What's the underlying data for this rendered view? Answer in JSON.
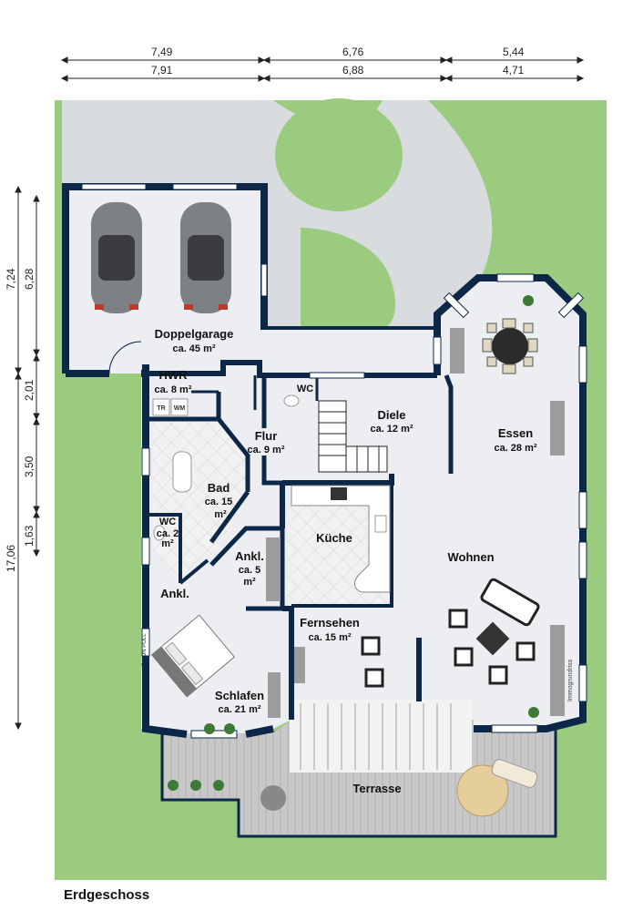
{
  "floor_label": "Erdgeschoss",
  "watermark": "Immogrundriss",
  "vp_stamp": "VP VON POLL",
  "dimensions": {
    "top_outer": [
      "7,49",
      "6,76",
      "5,44"
    ],
    "top_inner": [
      "7,91",
      "6,88",
      "4,71"
    ],
    "left_outer": [
      "7,24",
      "17,06"
    ],
    "left_inner": [
      "6,28",
      "2,01",
      "3,50",
      "1,63"
    ]
  },
  "rooms": {
    "garage": {
      "name": "Doppelgarage",
      "area": "ca. 45 m²"
    },
    "hwr": {
      "name": "HWR",
      "area": "ca. 8 m²",
      "tr": "TR",
      "wm": "WM"
    },
    "wc1": {
      "name": "WC"
    },
    "diele": {
      "name": "Diele",
      "area": "ca. 12 m²"
    },
    "essen": {
      "name": "Essen",
      "area": "ca. 28 m²"
    },
    "flur": {
      "name": "Flur",
      "area": "ca. 9 m²"
    },
    "bad": {
      "name": "Bad",
      "area1": "ca. 15",
      "area2": "m²"
    },
    "wc2": {
      "name": "WC",
      "area1": "ca. 2",
      "area2": "m²"
    },
    "ankl1": {
      "name": "Ankl.",
      "area1": "ca. 5",
      "area2": "m²"
    },
    "ankl2": {
      "name": "Ankl."
    },
    "kueche": {
      "name": "Küche"
    },
    "wohnen": {
      "name": "Wohnen"
    },
    "fernsehen": {
      "name": "Fernsehen",
      "area": "ca. 15 m²"
    },
    "schlafen": {
      "name": "Schlafen",
      "area": "ca. 21 m²"
    },
    "terrasse": {
      "name": "Terrasse"
    }
  },
  "colors": {
    "wall": "#0d2748",
    "lawn": "#9bcb7e",
    "driveway": "#d8dbde",
    "floor": "#eceef1",
    "deck": "#c6c6c6"
  }
}
